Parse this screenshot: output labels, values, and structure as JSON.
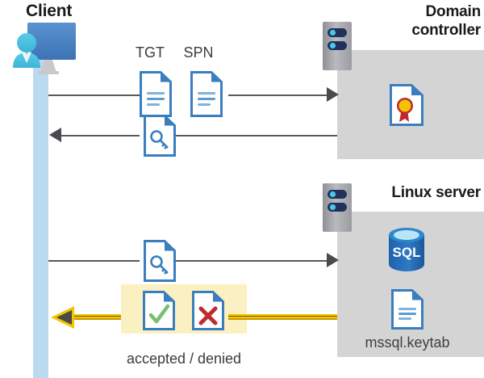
{
  "diagram": {
    "title_client": "Client",
    "title_domain_controller": "Domain\ncontroller",
    "title_domain_controller_line1": "Domain",
    "title_domain_controller_line2": "controller",
    "title_linux_server": "Linux server",
    "label_tgt": "TGT",
    "label_spn": "SPN",
    "label_keytab": "mssql.keytab",
    "label_result": "accepted / denied",
    "label_sql": "SQL",
    "icons": {
      "client": "user-computer-icon",
      "server_rack": "server-rack-icon",
      "tgt_document": "document-icon",
      "spn_document": "document-icon",
      "ticket_key_document": "document-key-icon",
      "request_key_document": "document-key-icon",
      "certificate": "certificate-document-icon",
      "database": "sql-database-icon",
      "keytab_document": "document-icon",
      "accepted": "document-check-icon",
      "denied": "document-cross-icon"
    },
    "flows": [
      {
        "name": "client-to-dc-request",
        "direction": "right",
        "style": "gray"
      },
      {
        "name": "dc-to-client-ticket",
        "direction": "left",
        "style": "gray"
      },
      {
        "name": "client-to-linux-request",
        "direction": "right",
        "style": "gray"
      },
      {
        "name": "linux-to-client-result",
        "direction": "left",
        "style": "gold"
      }
    ],
    "colors": {
      "panel_gray": "#d4d4d4",
      "lifeline_blue": "#bcd9f2",
      "highlight_yellow": "#fbf0c2",
      "line_gray": "#58585a",
      "gold": "#f5c400",
      "doc_blue": "#3a7ebf",
      "doc_fold_blue": "#3a7ebf",
      "accent_monitor": "#4a84c4",
      "avatar_cyan": "#4ec3e0",
      "check_green": "#6fc06f",
      "cross_red": "#c0282d",
      "seal_gold": "#f5c400",
      "seal_red": "#c0282d",
      "sql_blue": "#1b5ea8",
      "text_dark": "#1a1a1a"
    }
  }
}
